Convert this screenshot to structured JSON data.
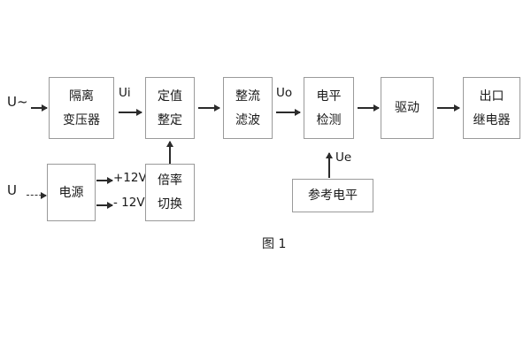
{
  "figure": {
    "caption": "图 1",
    "background_color": "#ffffff",
    "border_color": "#9a9a9a",
    "arrow_color": "#2b2b2b",
    "text_color": "#1a1a1a"
  },
  "inputs": {
    "ac_source": "U~",
    "dc_source": "U"
  },
  "signals": {
    "ui": "Ui",
    "uo": "Uo",
    "ue": "Ue",
    "pos12": "+12V",
    "neg12": "- 12V"
  },
  "blocks": {
    "isolation_transformer": {
      "line1": "隔离",
      "line2": "变压器"
    },
    "setting_value": {
      "line1": "定值",
      "line2": "整定"
    },
    "rectify_filter": {
      "line1": "整流",
      "line2": "滤波"
    },
    "level_detection": {
      "line1": "电平",
      "line2": "检测"
    },
    "drive": {
      "line1": "驱动"
    },
    "output_relay": {
      "line1": "出口",
      "line2": "继电器"
    },
    "power_supply": {
      "line1": "电源"
    },
    "multiplier_switch": {
      "line1": "倍率",
      "line2": "切换"
    },
    "reference_level": {
      "line1": "参考电平"
    }
  }
}
